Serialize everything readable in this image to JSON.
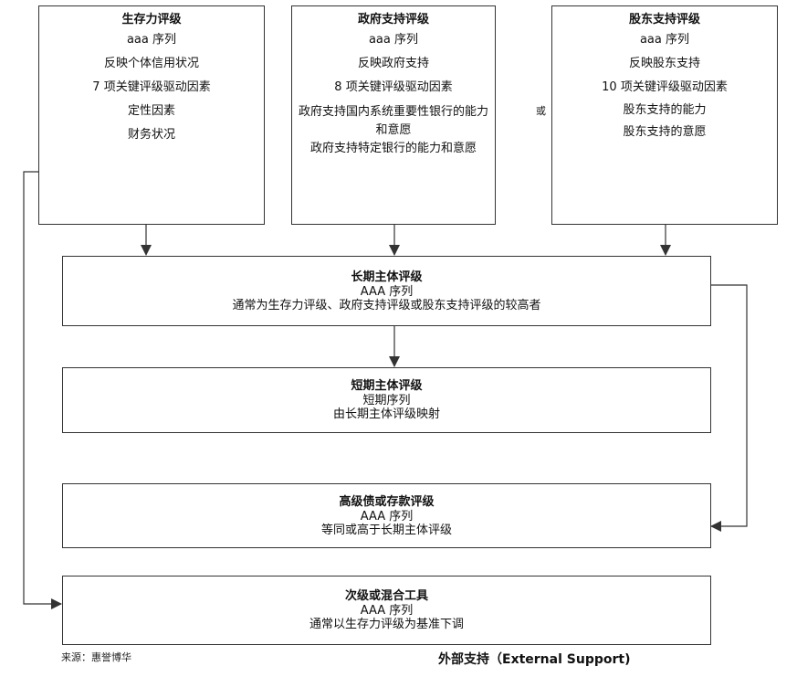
{
  "top_boxes": [
    {
      "title": "生存力评级",
      "lines": [
        "aaa 序列",
        "反映个体信用状况",
        "7 项关键评级驱动因素",
        "定性因素",
        "财务状况"
      ]
    },
    {
      "title": "政府支持评级",
      "lines": [
        "aaa 序列",
        "反映政府支持",
        "8 项关键评级驱动因素"
      ],
      "wrap_lines": [
        "政府支持国内系统重要性银行的能力和意愿",
        "政府支持特定银行的能力和意愿"
      ]
    },
    {
      "title": "股东支持评级",
      "lines": [
        "aaa 序列",
        "反映股东支持",
        "10 项关键评级驱动因素",
        "股东支持的能力",
        "股东支持的意愿"
      ]
    }
  ],
  "or_label": "或",
  "wide_boxes": [
    {
      "title": "长期主体评级",
      "lines": [
        "AAA 序列",
        "通常为生存力评级、政府支持评级或股东支持评级的较高者"
      ]
    },
    {
      "title": "短期主体评级",
      "lines": [
        "短期序列",
        "由长期主体评级映射"
      ]
    },
    {
      "title": "高级债或存款评级",
      "lines": [
        "AAA 序列",
        "等同或高于长期主体评级"
      ]
    },
    {
      "title": "次级或混合工具",
      "lines": [
        "AAA 序列",
        "通常以生存力评级为基准下调"
      ]
    }
  ],
  "source": "来源：惠誉博华",
  "footer_title": "外部支持（External Support)"
}
